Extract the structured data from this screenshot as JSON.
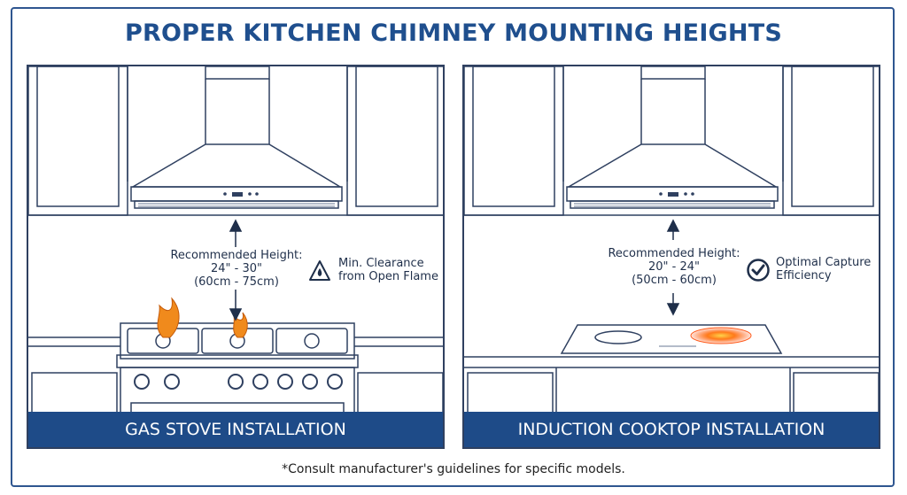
{
  "title": "PROPER KITCHEN CHIMNEY MOUNTING HEIGHTS",
  "footnote": "*Consult manufacturer's guidelines for specific models.",
  "panels": [
    {
      "banner": "GAS STOVE INSTALLATION",
      "height_label": "Recommended Height:",
      "height_in": "24\" - 30\"",
      "height_cm": "(60cm - 75cm)",
      "note_line1": "Min. Clearance",
      "note_line2": "from Open Flame",
      "note_icon": "flame-warning-icon"
    },
    {
      "banner": "INDUCTION COOKTOP INSTALLATION",
      "height_label": "Recommended Height:",
      "height_in": "20\" - 24\"",
      "height_cm": "(50cm - 60cm)",
      "note_line1": "Optimal Capture",
      "note_line2": "Efficiency",
      "note_icon": "checkmark-circle-icon"
    }
  ],
  "colors": {
    "title": "#1f4f8e",
    "banner": "#1e4b88",
    "line": "#2f4060",
    "flame": "#f08a1c",
    "heat_zone": "#ff5a1a"
  }
}
